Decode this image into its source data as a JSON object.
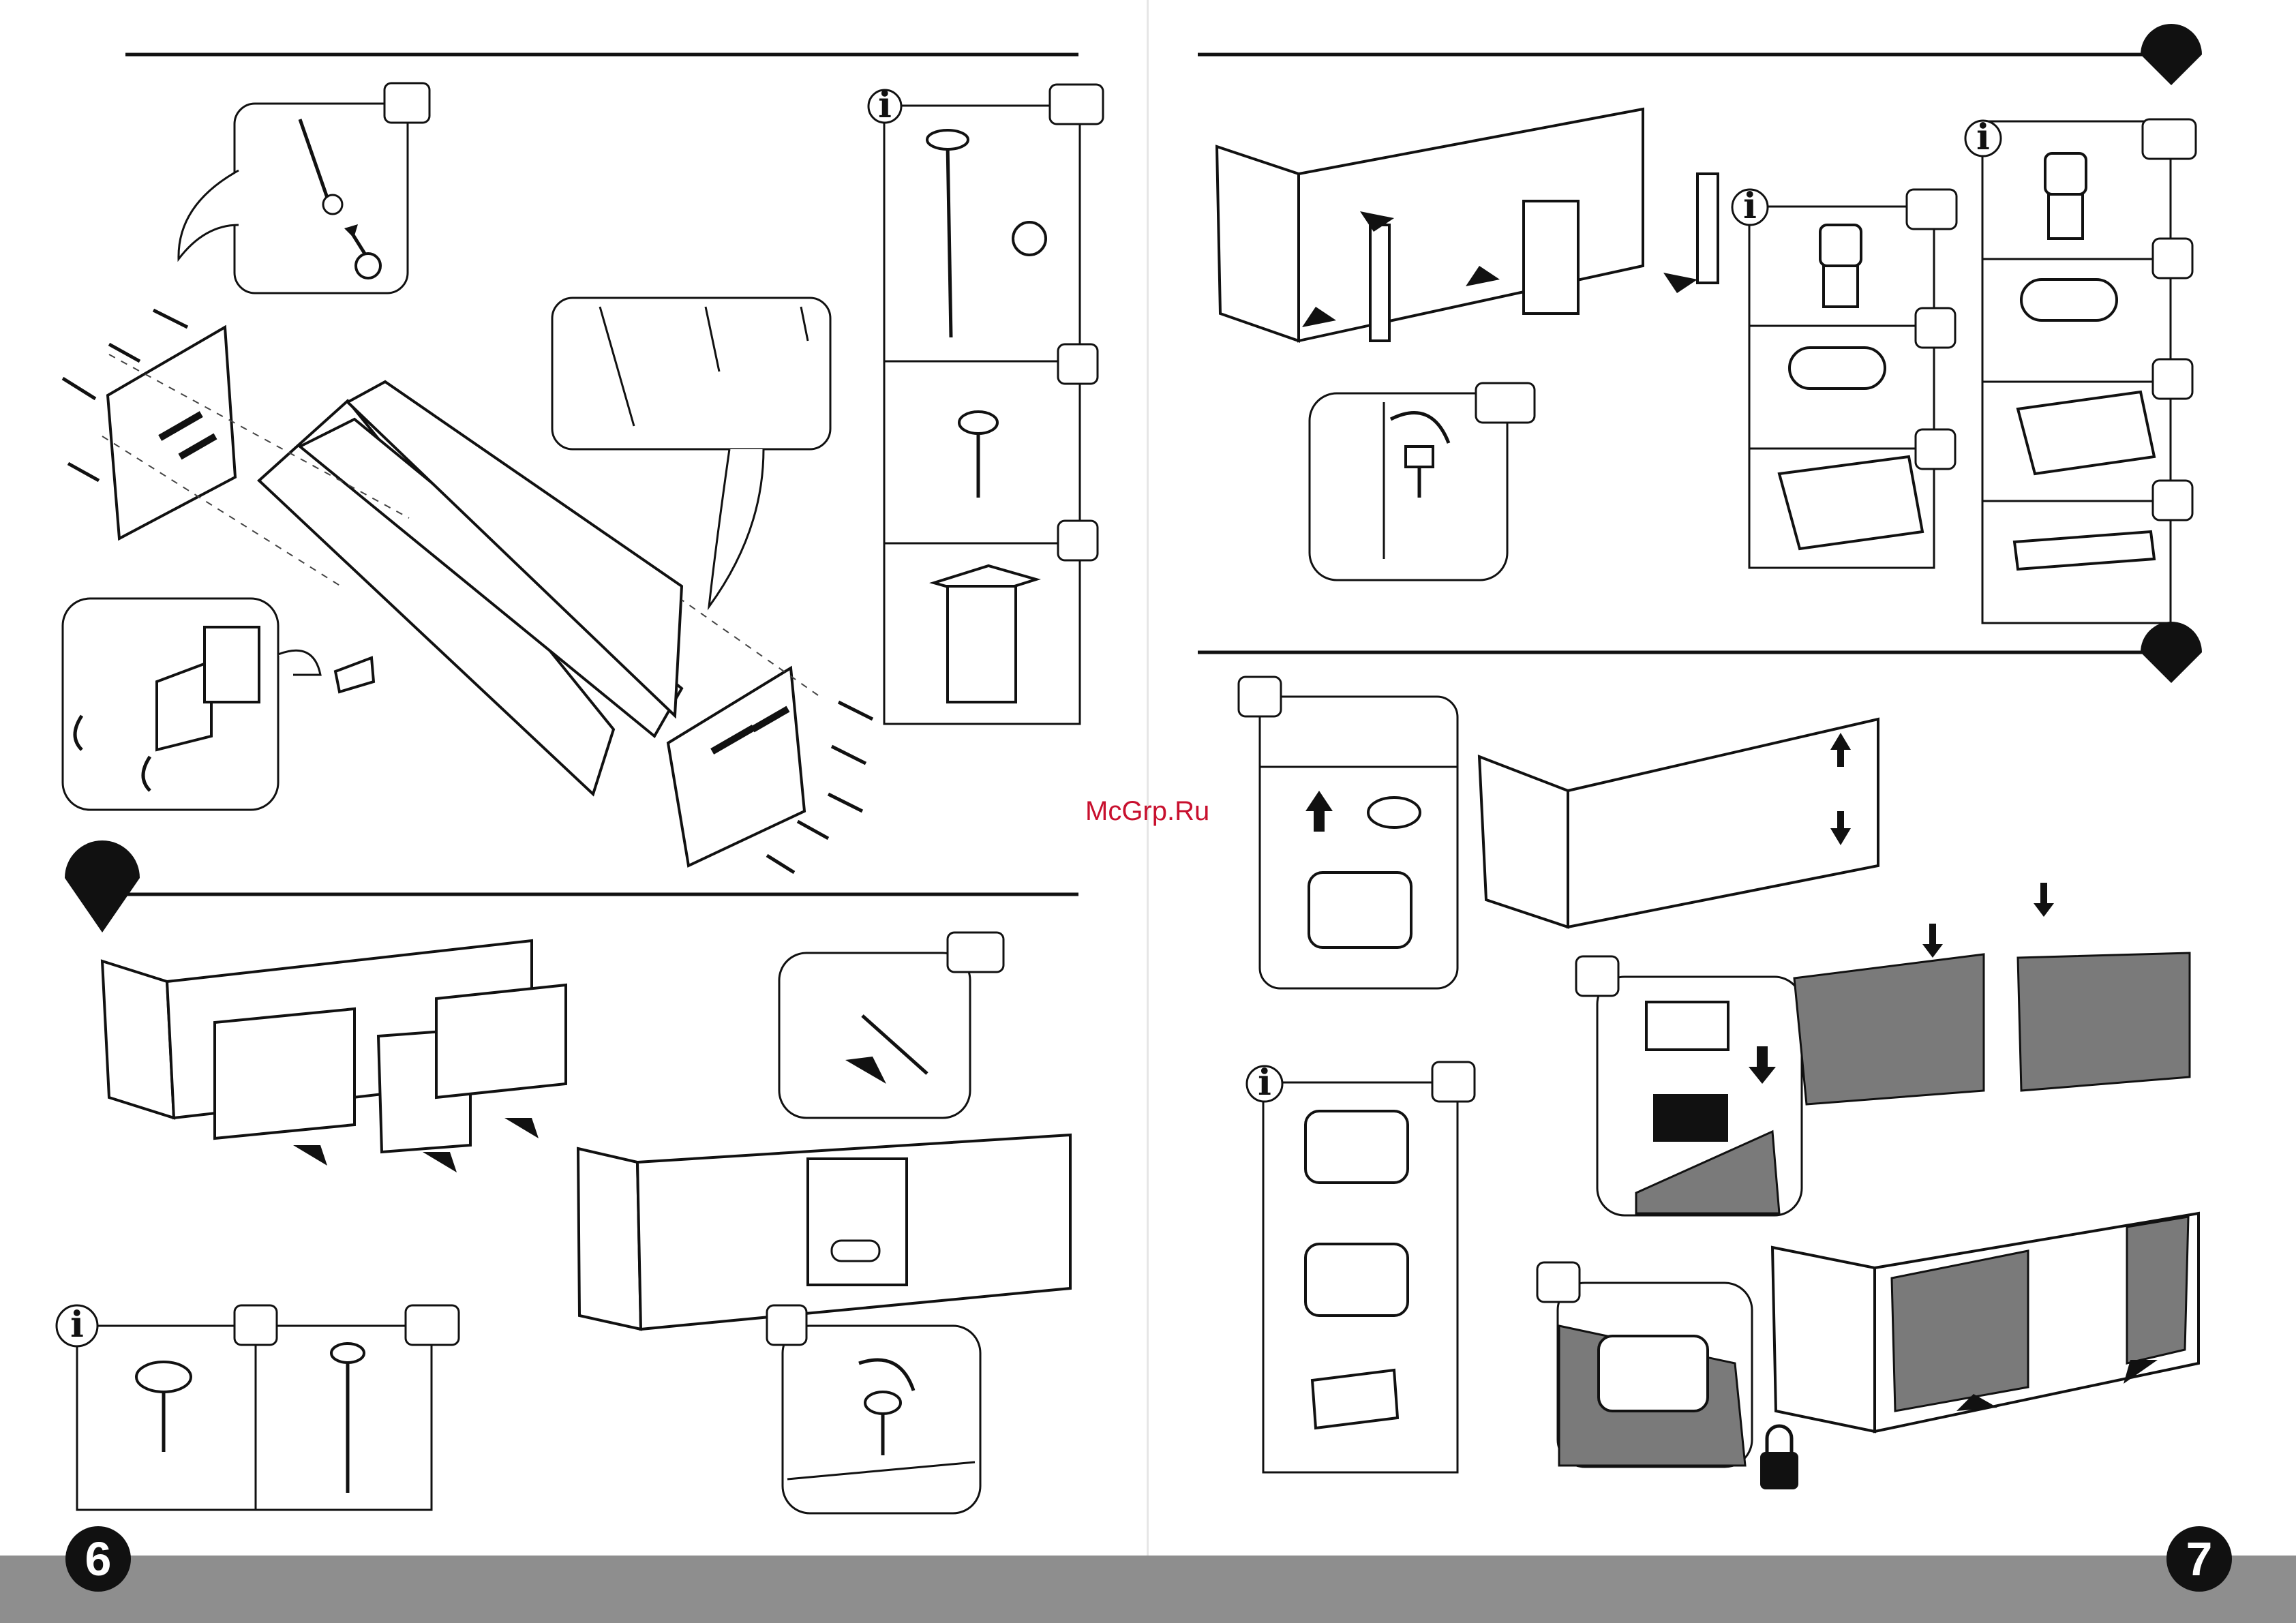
{
  "document": {
    "left_page": {
      "page_number": "6"
    },
    "right_page": {
      "page_number": "7"
    }
  },
  "watermark": {
    "text": "McGrp.Ru",
    "color": "#c8102e"
  },
  "info_icon_glyph": "i",
  "icons": [
    "info-icon",
    "arrow-icon",
    "rotate-arrow-icon",
    "padlock-icon",
    "section-marker-icon"
  ],
  "colors": {
    "ink": "#111111",
    "footer": "#8e8e8e",
    "glass": "#7a7a7a",
    "watermark": "#c8102e"
  }
}
